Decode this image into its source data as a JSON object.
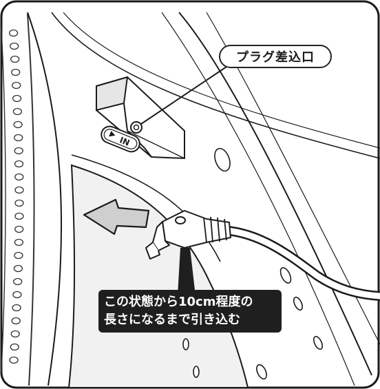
{
  "labels": {
    "plug_inlet": "プラグ差込口",
    "in_marker": "IN",
    "instruction_line1": "この状態から10cm程度の",
    "instruction_line2": "長さになるまで引き込む"
  },
  "colors": {
    "line": "#1a1a1a",
    "callout_bg": "#1f1f1f",
    "background": "#ffffff",
    "shade": "#e6e6e6"
  }
}
